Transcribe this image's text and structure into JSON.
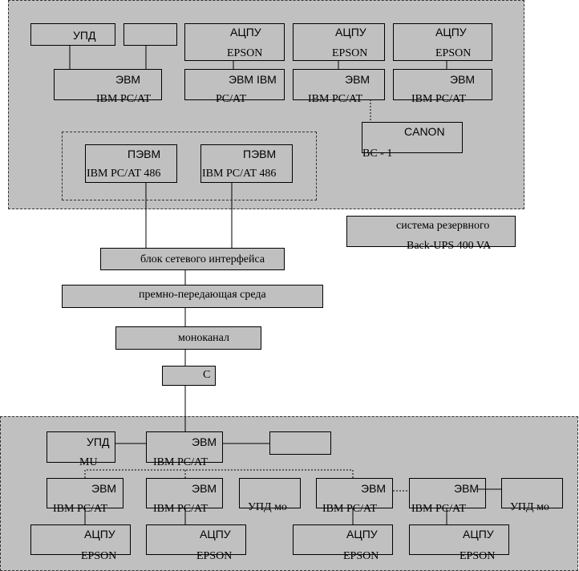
{
  "top_cluster": {
    "upd": "УПД",
    "aczpu1": "АЦПУ",
    "epson1": "EPSON",
    "aczpu2": "АЦПУ",
    "epson2": "EPSON",
    "aczpu3": "АЦПУ",
    "epson3": "EPSON",
    "evm1_l1": "ЭВМ",
    "evm1_l2": "IBM PC/AT",
    "evm2_l1": "ЭВМ IBM",
    "evm2_l2": "PC/AT",
    "evm3_l1": "ЭВМ",
    "evm3_l2": "IBM PC/AT",
    "evm4_l1": "ЭВМ",
    "evm4_l2": "IBM PC/AT",
    "canon_l1": "CANON",
    "canon_l2": "BC - 1",
    "pevm1_l1": "ПЭВМ",
    "pevm1_l2": "IBM  PC/AT  486",
    "pevm2_l1": "ПЭВМ",
    "pevm2_l2": "IBM  PC/AT  486"
  },
  "backup_l1": "система резервного",
  "backup_l2": "Back-UPS 400 VA",
  "network_interface": "блок сетевого интерфейса",
  "medium": "премно-передающая среда",
  "monochannel": "моноканал",
  "c_label": "С",
  "bottom_cluster": {
    "upd_l1": "УПД",
    "upd_l2": "MU",
    "evm_main_l1": "ЭВМ",
    "evm_main_l2": "IBM PC/AT",
    "evm_a_l1": "ЭВМ",
    "evm_a_l2": "IBM PC/AT",
    "evm_b_l1": "ЭВМ",
    "evm_b_l2": "IBM PC/AT",
    "upd_mid": "УПД мо",
    "evm_c_l1": "ЭВМ",
    "evm_c_l2": "IBM PC/AT",
    "evm_d_l1": "ЭВМ",
    "evm_d_l2": "IBM PC/AT",
    "upd_right": "УПД мо",
    "aczpu_a": "АЦПУ",
    "epson_a": "EPSON",
    "aczpu_b": "АЦПУ",
    "epson_b": "EPSON",
    "aczpu_c": "АЦПУ",
    "epson_c": "EPSON",
    "aczpu_d": "АЦПУ",
    "epson_d": "EPSON"
  }
}
